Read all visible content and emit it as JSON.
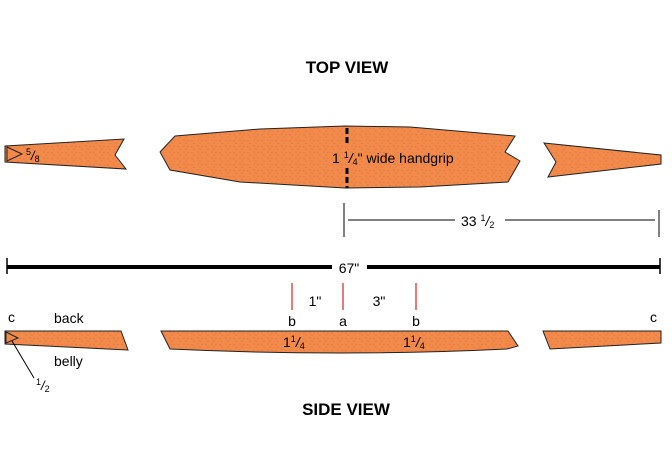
{
  "titles": {
    "top": "TOP VIEW",
    "side": "SIDE VIEW"
  },
  "top_view": {
    "tip_width": {
      "num": "5",
      "slash": "/",
      "den": "8"
    },
    "handgrip": {
      "whole": "1 ",
      "num": "1",
      "slash": "/",
      "den": "4",
      "rest": "\" wide handgrip"
    },
    "half_length": {
      "whole": "33 ",
      "num": "1",
      "slash": "/",
      "den": "2"
    }
  },
  "overall_length": "67\"",
  "side_view": {
    "labels": {
      "back": "back",
      "belly": "belly",
      "c_left": "c",
      "c_right": "c",
      "b_left": "b",
      "a": "a",
      "b_right": "b"
    },
    "spacing": {
      "b_to_a": "1\"",
      "a_to_b": "3\""
    },
    "thickness_left": {
      "whole": "1",
      "num": "1",
      "slash": "/",
      "den": "4"
    },
    "thickness_right": {
      "whole": "1",
      "num": "1",
      "slash": "/",
      "den": "4"
    },
    "tip_thickness": {
      "num": "1",
      "slash": "/",
      "den": "2"
    }
  },
  "colors": {
    "wood": "#F28A4B",
    "outline": "#222222",
    "grain": "#D86A2E",
    "mark_red": "#E02020"
  }
}
